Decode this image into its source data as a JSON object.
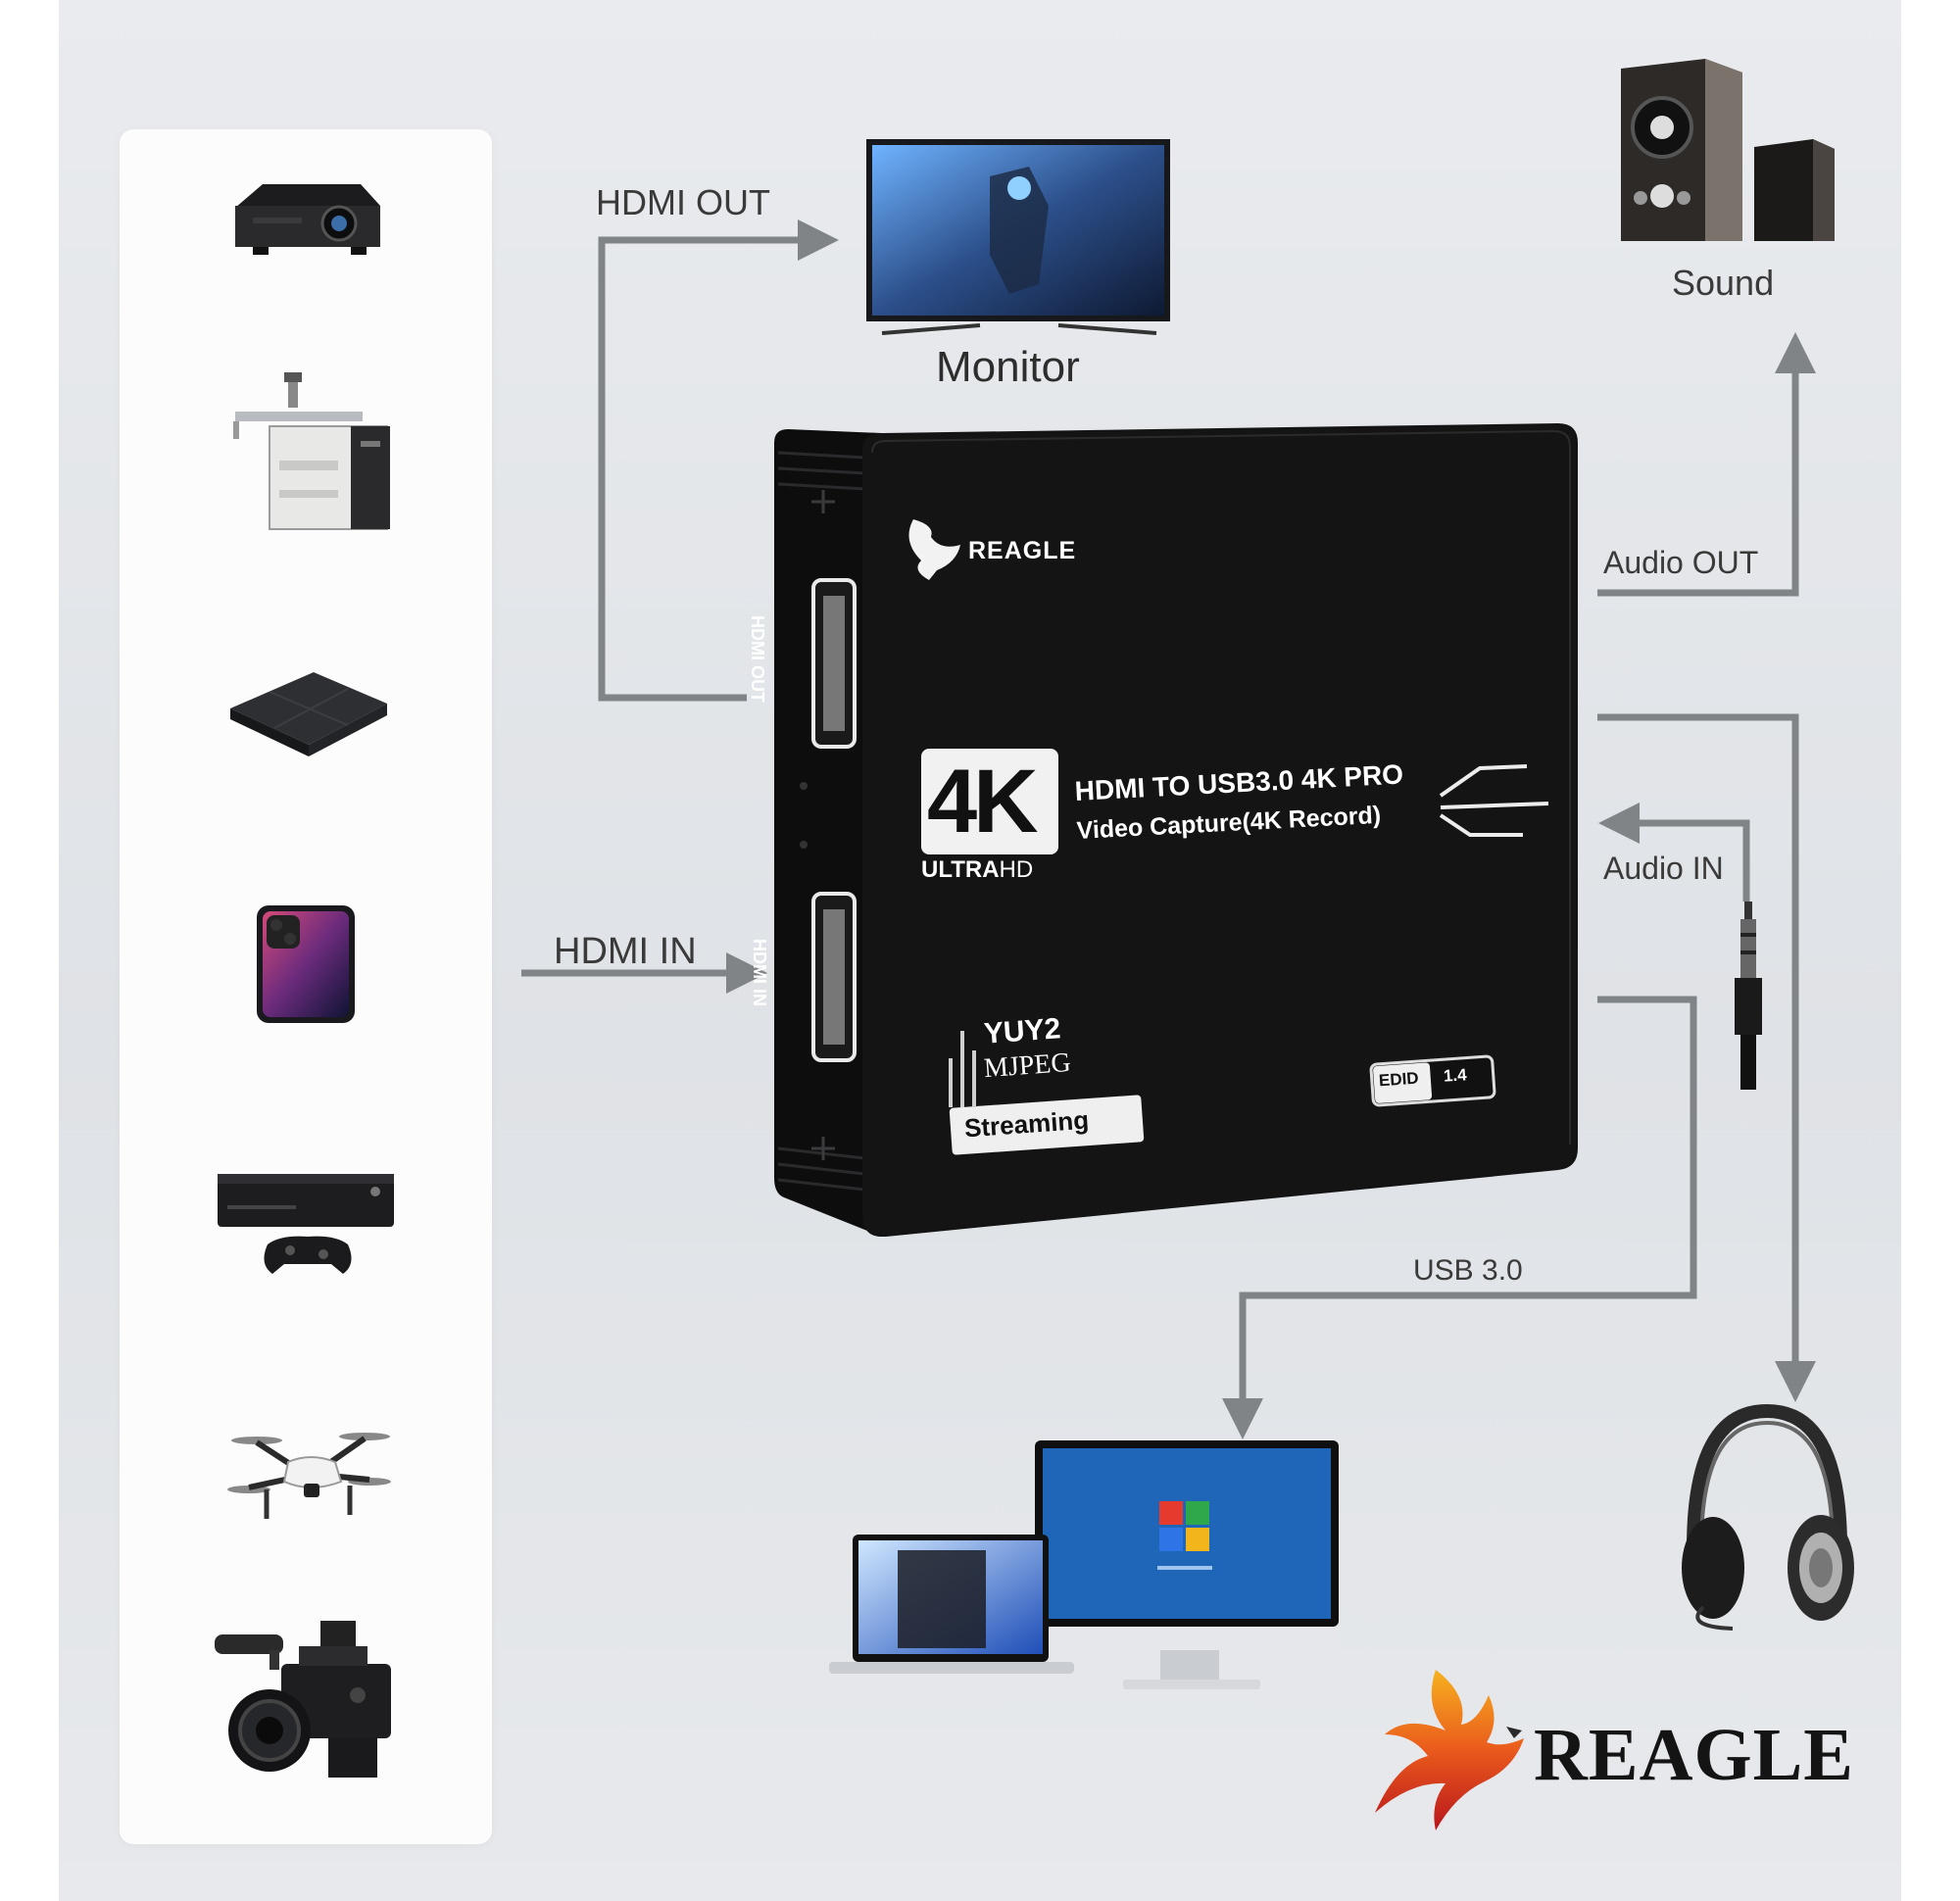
{
  "labels": {
    "hdmi_out": "HDMI OUT",
    "hdmi_in": "HDMI IN",
    "monitor": "Monitor",
    "sound": "Sound",
    "audio_out": "Audio OUT",
    "audio_in": "Audio IN",
    "usb": "USB 3.0"
  },
  "device": {
    "brand": "REAGLE",
    "badge_4k": "4K",
    "ultra_a": "ULTRA",
    "ultra_b": "HD",
    "title_line1": "HDMI TO USB3.0 4K PRO",
    "title_line2": "Video Capture(4K Record)",
    "port_out": "HDMI OUT",
    "port_in": "HDMI IN",
    "fmt1": "YUY2",
    "fmt2": "MJPEG",
    "streaming": "Streaming",
    "edid_a": "EDID",
    "edid_b": "1.4"
  },
  "brand_logo_text": "REAGLE",
  "source_devices": [
    "projector-icon",
    "document-camera-icon",
    "streaming-box-icon",
    "smartphone-icon",
    "game-console-icon",
    "drone-icon",
    "video-camera-icon"
  ],
  "colors": {
    "arrow": "#808487",
    "device": "#121212",
    "flame": "#e8541e"
  }
}
